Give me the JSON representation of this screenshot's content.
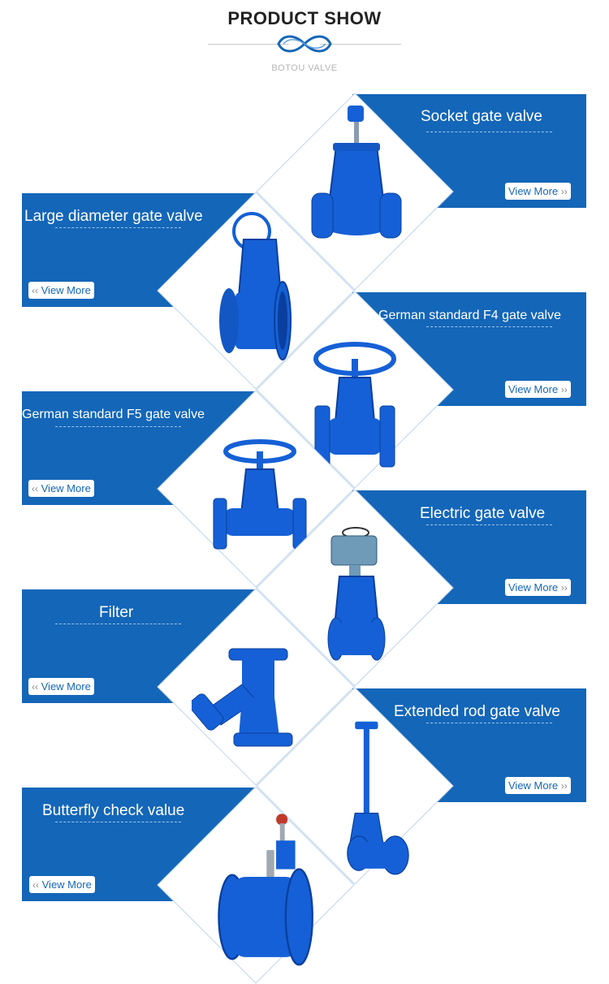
{
  "header": {
    "title": "PRODUCT SHOW",
    "subtitle": "BOTOU VALVE"
  },
  "colors": {
    "band": "#1466b8",
    "valve": "#1560d6",
    "valve_dark": "#0a3f9e"
  },
  "products": [
    {
      "title": "Socket gate valve",
      "button": "View More"
    },
    {
      "title": "Large diameter gate valve",
      "button": "View More"
    },
    {
      "title": "German standard F4 gate valve",
      "button": "View More"
    },
    {
      "title": "German standard F5 gate valve",
      "button": "View More"
    },
    {
      "title": "Electric gate valve",
      "button": "View More"
    },
    {
      "title": "Filter",
      "button": "View More"
    },
    {
      "title": "Extended rod gate valve",
      "button": "View More"
    },
    {
      "title": "Butterfly check value",
      "button": "View More"
    }
  ],
  "icons": {
    "left_arrow": "‹‹",
    "right_arrow": "››"
  }
}
